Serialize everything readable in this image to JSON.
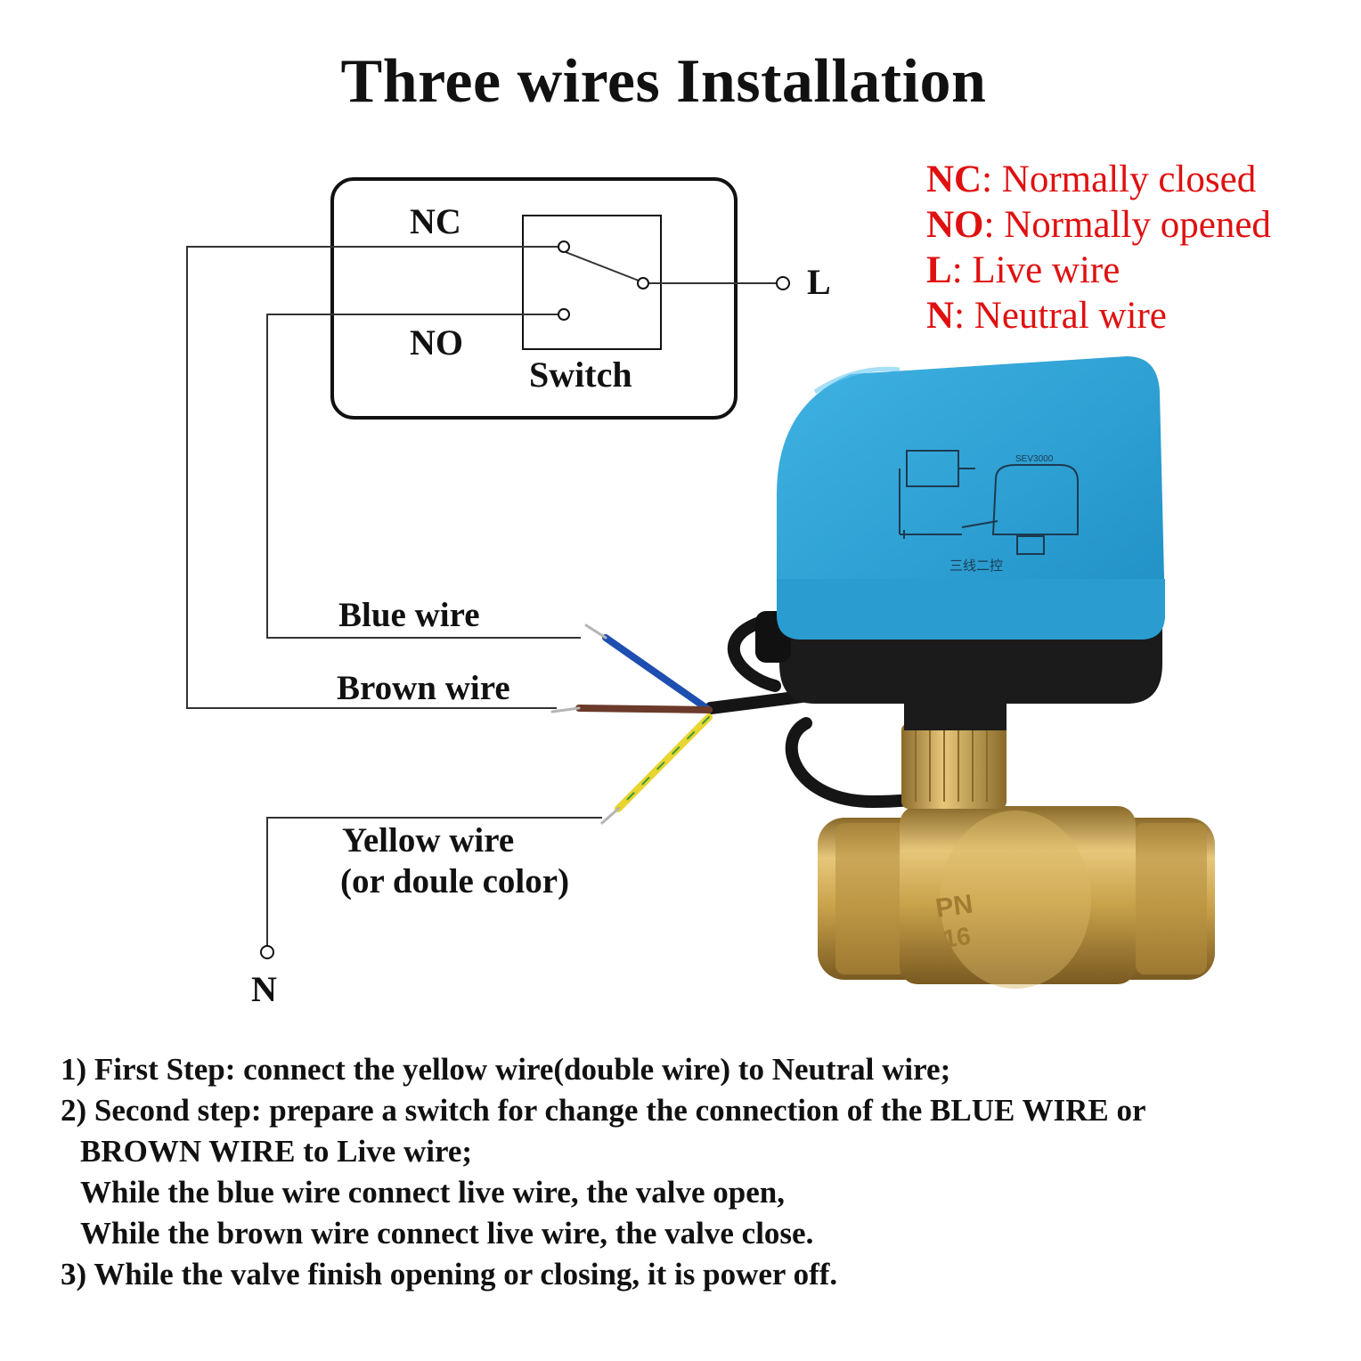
{
  "title": "Three wires Installation",
  "switch_box": {
    "nc": "NC",
    "no": "NO",
    "switch": "Switch"
  },
  "terminals": {
    "live": "L",
    "neutral": "N"
  },
  "wires": {
    "blue": "Blue wire",
    "brown": "Brown wire",
    "yellow_line1": "Yellow wire",
    "yellow_line2": "(or doule color)"
  },
  "legend": [
    {
      "key": "NC",
      "text": ": Normally closed"
    },
    {
      "key": "NO",
      "text": ": Normally opened"
    },
    {
      "key": "L",
      "text": ": Live wire"
    },
    {
      "key": "N",
      "text": ": Neutral wire"
    }
  ],
  "valve_label": {
    "model": "SEV3000",
    "caption": "三线二控",
    "pn": "PN",
    "pn_value": "16"
  },
  "steps": [
    "1) First Step: connect the yellow wire(double wire) to Neutral wire;",
    "2) Second step: prepare a switch for change  the connection of the BLUE WIRE or",
    "BROWN WIRE to Live wire;",
    "While the blue wire connect live wire, the valve open,",
    "While the brown wire connect live wire, the valve close.",
    "3) While the valve finish opening or closing, it is power off."
  ],
  "colors": {
    "legend_red": "#e01010",
    "actuator_blue": "#2fa6d8",
    "brass": "#c9a24a",
    "wire_blue": "#1e4fb0",
    "wire_brown": "#6b3a2a",
    "wire_yellow": "#e8d530"
  }
}
